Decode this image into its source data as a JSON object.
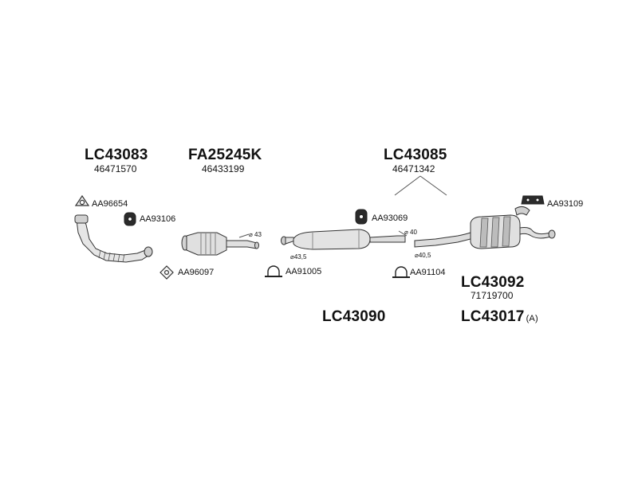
{
  "parts": {
    "lc43083": {
      "code": "LC43083",
      "number": "46471570"
    },
    "fa25245k": {
      "code": "FA25245K",
      "number": "46433199"
    },
    "lc43085": {
      "code": "LC43085",
      "number": "46471342"
    },
    "lc43092": {
      "code": "LC43092",
      "number": "71719700"
    },
    "lc43090": {
      "code": "LC43090"
    },
    "lc43017": {
      "code": "LC43017",
      "suffix": "(A)"
    }
  },
  "accessories": {
    "aa96654": "AA96654",
    "aa93106": "AA93106",
    "aa96097": "AA96097",
    "aa91005": "AA91005",
    "aa93069": "AA93069",
    "aa91104": "AA91104",
    "aa93109": "AA93109"
  },
  "diameters": {
    "d43": "⌀ 43",
    "d40": "⌀ 40",
    "d43_5": "⌀43,5",
    "d40_5": "⌀40,5"
  },
  "colors": {
    "line": "#333333",
    "fill_light": "#e6e6e6",
    "fill_mid": "#c8c8c8",
    "fill_dark": "#9a9a9a"
  }
}
